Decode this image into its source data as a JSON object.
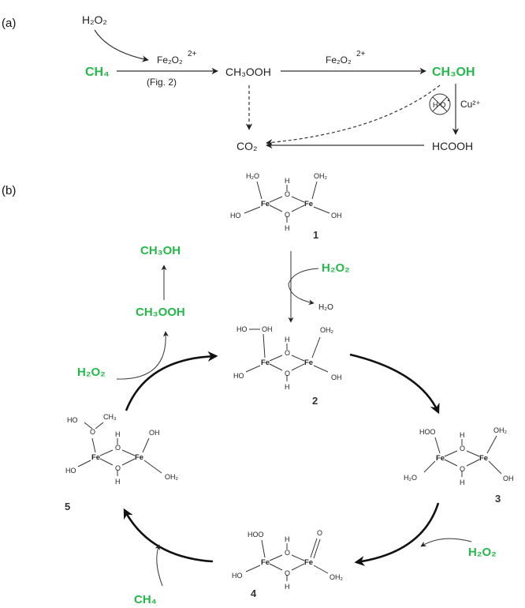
{
  "panel_a": {
    "label": "(a)",
    "h2o2": "H₂O₂",
    "ch4": "CH₄",
    "fe2o2_1": "Fe₂O₂",
    "fe2o2_1_charge": "2+",
    "fig_ref": "(Fig. 2)",
    "ch3ooh": "CH₃OOH",
    "fe2o2_2": "Fe₂O₂",
    "fe2o2_2_charge": "2+",
    "ch3oh": "CH₃OH",
    "radical": "H-O",
    "cu": "Cu²⁺",
    "co2": "CO₂",
    "hcooh": "HCOOH"
  },
  "panel_b": {
    "label": "(b)",
    "h2o2_top": "H₂O₂",
    "h2o_out": "H₂O",
    "h2o2_left": "H₂O₂",
    "h2o2_right": "H₂O₂",
    "ch4_bottom": "CH₄",
    "ch3ooh": "CH₃OOH",
    "ch3oh": "CH₃OH",
    "compound_numbers": [
      "1",
      "2",
      "3",
      "4",
      "5"
    ],
    "c1": {
      "tl": "H₂O",
      "tr": "OH₂",
      "bl": "HO",
      "br": "OH"
    },
    "c2": {
      "tl": "HO",
      "tl2": "OH",
      "tr": "OH₂",
      "bl": "HO",
      "br": "OH"
    },
    "c3": {
      "tl": "HOO",
      "tr": "OH₂",
      "bl": "H₂O",
      "br": "OH"
    },
    "c4": {
      "tl": "HOO",
      "tr": "O",
      "bl": "HO",
      "br": "OH₂"
    },
    "c5": {
      "tl": "HO",
      "tl2": "CH₃",
      "tr": "OH",
      "bl": "HO",
      "br": "OH₂"
    },
    "fe": "Fe",
    "o": "O",
    "h": "H"
  },
  "colors": {
    "green": "#25b84a",
    "ink": "#222222"
  }
}
